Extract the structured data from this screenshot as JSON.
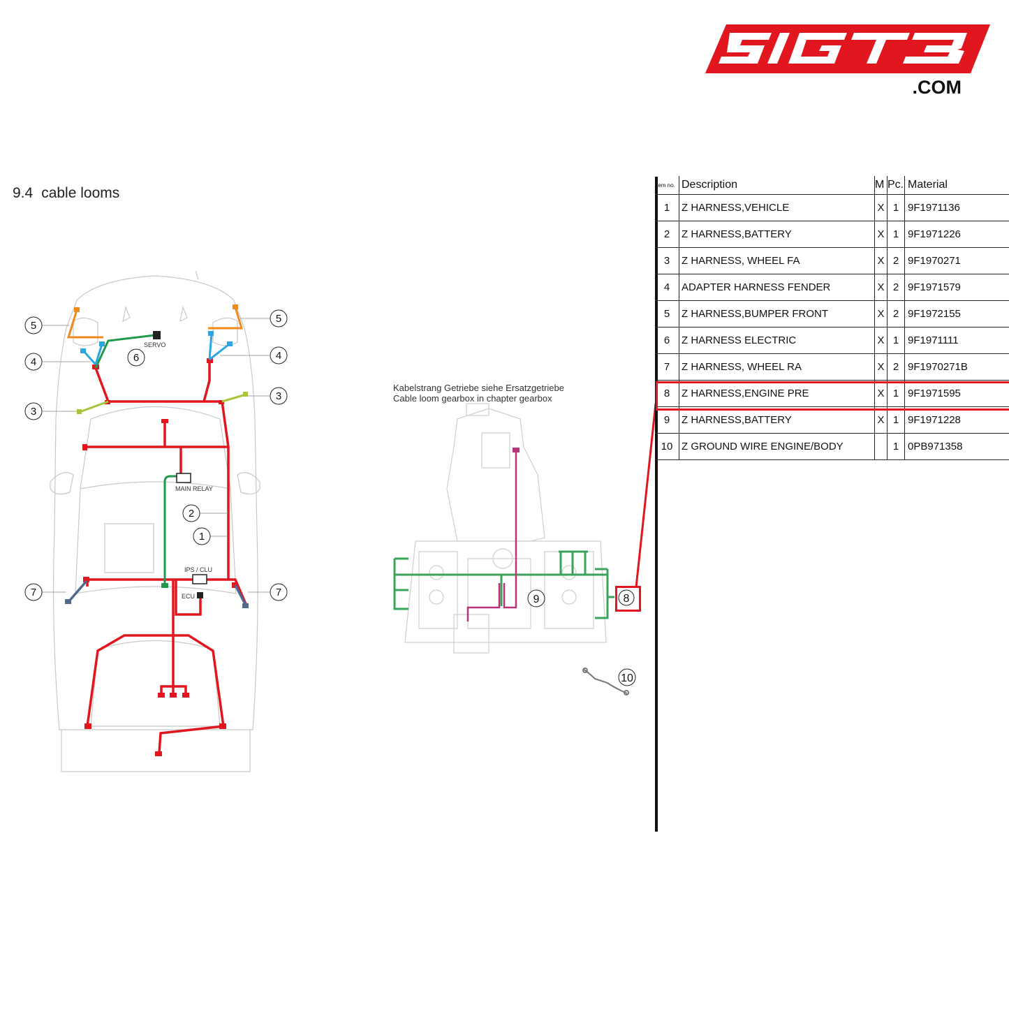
{
  "logo": {
    "mark": "SIGT3",
    "suffix": ".COM",
    "color": "#e1161e"
  },
  "section": {
    "number": "9.4",
    "title": "cable looms"
  },
  "car_labels": {
    "servo": "SERVO",
    "main_relay": "MAIN RELAY",
    "ips_clu": "IPS / CLU",
    "ecu": "ECU",
    "callouts": [
      "1",
      "2",
      "3",
      "4",
      "5",
      "6",
      "7"
    ]
  },
  "engine": {
    "note_line1": "Kabelstrang Getriebe siehe Ersatzgetriebe",
    "note_line2": "Cable loom gearbox in chapter gearbox",
    "callouts": [
      "8",
      "9",
      "10"
    ]
  },
  "table": {
    "headers": {
      "item": "Item no.",
      "description": "Description",
      "m": "M",
      "pc": "Pc.",
      "material": "Material"
    },
    "rows": [
      {
        "item": "1",
        "description": "Z HARNESS,VEHICLE",
        "m": "X",
        "pc": "1",
        "material": "9F1971136"
      },
      {
        "item": "2",
        "description": "Z HARNESS,BATTERY",
        "m": "X",
        "pc": "1",
        "material": "9F1971226"
      },
      {
        "item": "3",
        "description": "Z HARNESS, WHEEL FA",
        "m": "X",
        "pc": "2",
        "material": "9F1970271"
      },
      {
        "item": "4",
        "description": "ADAPTER HARNESS FENDER",
        "m": "X",
        "pc": "2",
        "material": "9F1971579"
      },
      {
        "item": "5",
        "description": "Z HARNESS,BUMPER FRONT",
        "m": "X",
        "pc": "2",
        "material": "9F1972155"
      },
      {
        "item": "6",
        "description": "Z HARNESS ELECTRIC",
        "m": "X",
        "pc": "1",
        "material": "9F1971111"
      },
      {
        "item": "7",
        "description": "Z HARNESS, WHEEL RA",
        "m": "X",
        "pc": "2",
        "material": "9F1970271B"
      },
      {
        "item": "8",
        "description": "Z HARNESS,ENGINE PRE",
        "m": "X",
        "pc": "1",
        "material": "9F1971595"
      },
      {
        "item": "9",
        "description": "Z HARNESS,BATTERY",
        "m": "X",
        "pc": "1",
        "material": "9F1971228"
      },
      {
        "item": "10",
        "description": "Z GROUND WIRE ENGINE/BODY",
        "m": "",
        "pc": "1",
        "material": "0PB971358"
      }
    ],
    "highlighted_item": "8",
    "highlight_color": "#e1161e"
  },
  "colors": {
    "harness_red": "#e1161e",
    "harness_green": "#1f9a4a",
    "harness_engine_green": "#3ba35c",
    "harness_blue": "#2aa7e0",
    "harness_orange": "#f08a1c",
    "harness_lime": "#a6c53a",
    "harness_slate": "#4f6a8f",
    "harness_magenta": "#b8337a"
  }
}
